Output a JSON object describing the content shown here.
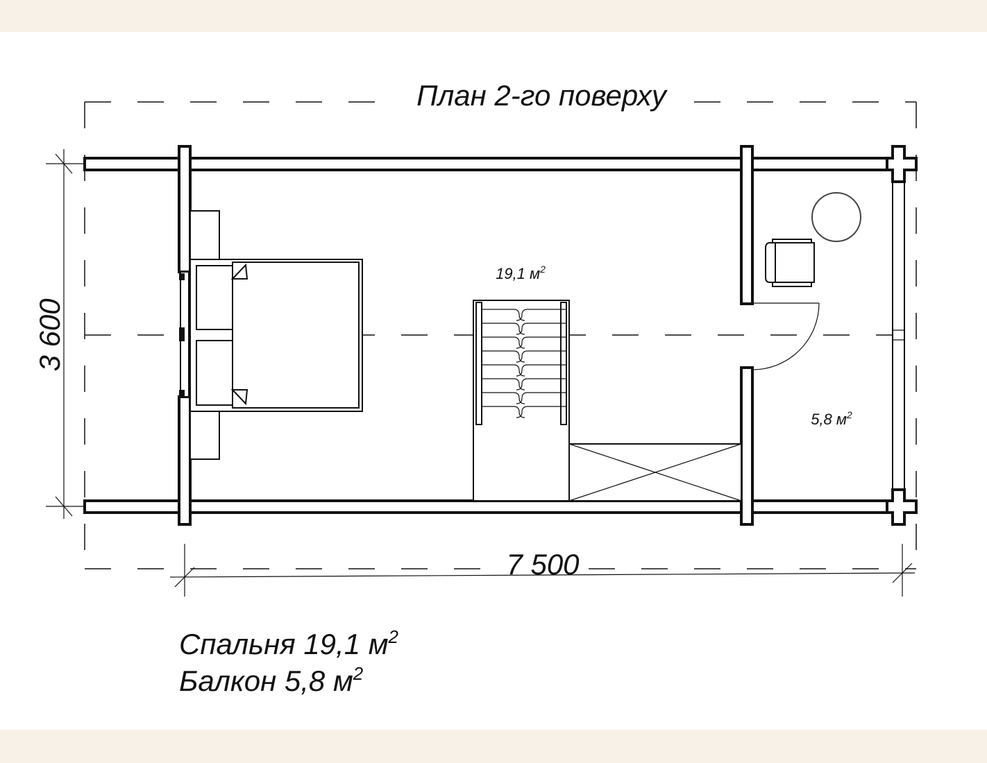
{
  "title": "План 2-го поверху",
  "dimensions": {
    "width": "7 500",
    "depth": "3 600"
  },
  "rooms": {
    "bedroom_area": "19,1 м",
    "balcony_area": "5,8 м",
    "sup": "2"
  },
  "legend": [
    {
      "name": "Спальня",
      "area": "19,1 м",
      "sup": "2"
    },
    {
      "name": "Балкон",
      "area": "5,8 м",
      "sup": "2"
    }
  ],
  "colors": {
    "background_band": "#f8f1e8",
    "line": "#111111"
  }
}
